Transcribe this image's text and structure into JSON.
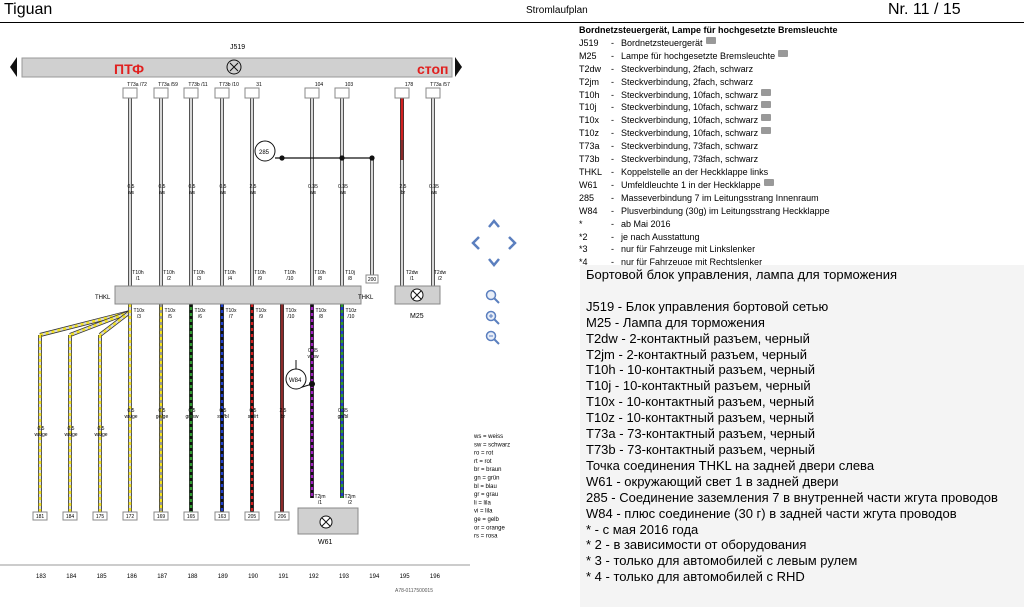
{
  "header": {
    "model": "Tiguan",
    "doc_title": "Stromlaufplan",
    "page_no": "Nr.  11 / 15"
  },
  "diagram": {
    "unit_label": "J519",
    "ptf_label": "ПТФ",
    "stop_label": "стоп",
    "thkl_left": "THKL",
    "thkl_right": "THKL",
    "m25_label": "M25",
    "w61_label": "W61",
    "w84_label": "W84",
    "node_285": "285",
    "footer_code": "A78-0117500015",
    "top_pins": [
      "T73a\n/72",
      "T73a\n/59",
      "T73b\n/11",
      "T73b\n/10",
      "31",
      "104",
      "103",
      "178",
      "T73a\n/57"
    ],
    "top_pin_cols": [
      "1",
      "2",
      "3",
      "4",
      "5",
      "7",
      "8",
      "9",
      "10"
    ],
    "wire_upper": [
      "0.5\nws",
      "0.5\nws",
      "0.5\nws",
      "0.5\nws",
      "2.5\nws",
      "0.35\nws",
      "0.35\nws",
      "2.5\nbr",
      "0.35\nws"
    ],
    "mid_pins": [
      "T10h\n/1",
      "T10h\n/2",
      "T10h\n/3",
      "T10h\n/4",
      "T10h\n/9",
      "T10h\n/10",
      "T10h\n/8",
      "T10j\n/8",
      "T2dw\n/1",
      "T2dw\n/2"
    ],
    "lower_pins": [
      "T10x\n/3",
      "T10x\n/5",
      "T10x\n/6",
      "T10x\n/7",
      "T10x\n/9",
      "T10x\n/10",
      "T10x\n/8",
      "T10z\n/10"
    ],
    "wire_lower": [
      "0.5\nws/ge",
      "0.5\nws/ge",
      "0.5\nws/ge",
      "0.5\nws/ge",
      "0.5\nge/ge",
      "0.5\ngn/sw",
      "0.5\nsw/bl",
      "0.5\nsw/rt",
      "2.5\nbr",
      "0.35\nvi/sw",
      "0.35\ngn/bl"
    ],
    "bottom_refs": [
      "181",
      "184",
      "175",
      "172",
      "169",
      "165",
      "163",
      "205",
      "206"
    ],
    "bottom_misc": [
      "200",
      "T2jm\n/1",
      "T2jm\n/2"
    ],
    "column_numbers": [
      "183",
      "184",
      "185",
      "186",
      "187",
      "188",
      "189",
      "190",
      "191",
      "192",
      "193",
      "194",
      "195",
      "196"
    ],
    "color_codes": [
      "ws = weiss",
      "sw = schwarz",
      "ro = rot",
      "rt = rot",
      "br = braun",
      "gn = grün",
      "bl = blau",
      "gr = grau",
      "li = lila",
      "vi = lila",
      "ge = gelb",
      "or = orange",
      "rs = rosa"
    ],
    "wire_colors": {
      "white": "#d8d8d8",
      "yellow": "#f3e21c",
      "green": "#2e9a2e",
      "blue": "#1e3fcc",
      "red": "#d11f1f",
      "brown": "#8b2a2a",
      "violet": "#a020c0",
      "black": "#111111",
      "ptf_red": "#e0201f",
      "rail": "#d0d0d0"
    }
  },
  "legend": {
    "title": "Bordnetzsteuergerät, Lampe für hochgesetzte Bremsleuchte",
    "items": [
      {
        "code": "J519",
        "desc": "Bordnetzsteuergerät",
        "icon": "camera-icon"
      },
      {
        "code": "M25",
        "desc": "Lampe für hochgesetzte Bremsleuchte",
        "icon": "camera-icon"
      },
      {
        "code": "T2dw",
        "desc": "Steckverbindung, 2fach, schwarz",
        "icon": ""
      },
      {
        "code": "T2jm",
        "desc": "Steckverbindung, 2fach, schwarz",
        "icon": ""
      },
      {
        "code": "T10h",
        "desc": "Steckverbindung, 10fach, schwarz",
        "icon": "camera-icon"
      },
      {
        "code": "T10j",
        "desc": "Steckverbindung, 10fach, schwarz",
        "icon": "camera-icon"
      },
      {
        "code": "T10x",
        "desc": "Steckverbindung, 10fach, schwarz",
        "icon": "camera-icon"
      },
      {
        "code": "T10z",
        "desc": "Steckverbindung, 10fach, schwarz",
        "icon": "camera-icon"
      },
      {
        "code": "T73a",
        "desc": "Steckverbindung, 73fach, schwarz",
        "icon": ""
      },
      {
        "code": "T73b",
        "desc": "Steckverbindung, 73fach, schwarz",
        "icon": ""
      },
      {
        "code": "THKL",
        "desc": "Koppelstelle an der Heckklappe links",
        "icon": ""
      },
      {
        "code": "W61",
        "desc": "Umfeldleuchte 1 in der Heckklappe",
        "icon": "camera-icon"
      },
      {
        "code": "285",
        "desc": "Masseverbindung 7 im Leitungsstrang Innenraum",
        "icon": ""
      },
      {
        "code": "W84",
        "desc": "Plusverbindung (30g) im Leitungsstrang Heckklappe",
        "icon": ""
      },
      {
        "code": "*",
        "desc": "ab Mai 2016",
        "icon": ""
      },
      {
        "code": "*2",
        "desc": "je nach Ausstattung",
        "icon": ""
      },
      {
        "code": "*3",
        "desc": "nur für Fahrzeuge mit Linkslenker",
        "icon": ""
      },
      {
        "code": "*4",
        "desc": "nur für Fahrzeuge mit Rechtslenker",
        "icon": ""
      }
    ]
  },
  "translation": {
    "lines": [
      "Бортовой блок управления, лампа для торможения",
      "",
      "J519 - Блок управления бортовой сетью",
      "M25 - Лампа для торможения",
      "T2dw - 2-контактный разъем, черный",
      "T2jm - 2-контактный разъем, черный",
      "T10h - 10-контактный разъем, черный",
      "T10j - 10-контактный разъем, черный",
      "T10x - 10-контактный разъем, черный",
      "T10z - 10-контактный разъем, черный",
      "T73a - 73-контактный разъем, черный",
      "T73b - 73-контактный разъем, черный",
      "Точка соединения THKL на задней двери слева",
      "W61 - окружающий свет 1 в задней двери",
      "   285 - Соединение заземления 7 в внутренней части жгута проводов",
      "   W84 - плюс соединение (30 г) в задней части жгута проводов",
      "* - с мая 2016 года",
      "* 2 - в зависимости от оборудования",
      "* 3 - только для автомобилей с левым рулем",
      "* 4 - только для автомобилей с RHD"
    ]
  },
  "nav": {
    "up": "arrow-up-icon",
    "down": "arrow-down-icon",
    "left": "arrow-left-icon",
    "right": "arrow-right-icon",
    "zoom_fit": "zoom-fit-icon",
    "zoom_in": "zoom-in-icon",
    "zoom_out": "zoom-out-icon"
  }
}
